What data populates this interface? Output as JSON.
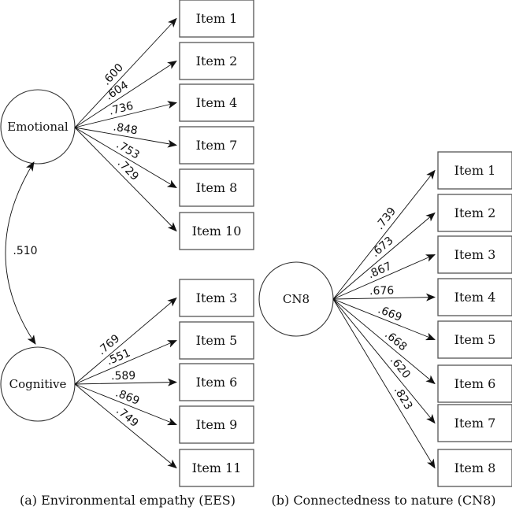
{
  "panels": [
    {
      "id": "ees",
      "caption": "(a) Environmental empathy (EES)",
      "factors": [
        {
          "name": "Emotional",
          "loadings": [
            {
              "item": "Item 1",
              "value": ".600"
            },
            {
              "item": "Item 2",
              "value": ".604"
            },
            {
              "item": "Item 4",
              "value": ".736"
            },
            {
              "item": "Item 7",
              "value": ".848"
            },
            {
              "item": "Item 8",
              "value": ".753"
            },
            {
              "item": "Item 10",
              "value": ".729"
            }
          ]
        },
        {
          "name": "Cognitive",
          "loadings": [
            {
              "item": "Item 3",
              "value": ".769"
            },
            {
              "item": "Item 5",
              "value": ".551"
            },
            {
              "item": "Item 6",
              "value": ".589"
            },
            {
              "item": "Item 9",
              "value": ".869"
            },
            {
              "item": "Item 11",
              "value": ".749"
            }
          ]
        }
      ],
      "correlation": {
        "between": [
          "Emotional",
          "Cognitive"
        ],
        "value": ".510"
      }
    },
    {
      "id": "cn8",
      "caption": "(b) Connectedness to nature (CN8)",
      "factors": [
        {
          "name": "CN8",
          "loadings": [
            {
              "item": "Item 1",
              "value": ".739"
            },
            {
              "item": "Item 2",
              "value": ".673"
            },
            {
              "item": "Item 3",
              "value": ".867"
            },
            {
              "item": "Item 4",
              "value": ".676"
            },
            {
              "item": "Item 5",
              "value": ".669"
            },
            {
              "item": "Item 6",
              "value": ".668"
            },
            {
              "item": "Item 7",
              "value": ".620"
            },
            {
              "item": "Item 8",
              "value": ".823"
            }
          ]
        }
      ]
    }
  ]
}
